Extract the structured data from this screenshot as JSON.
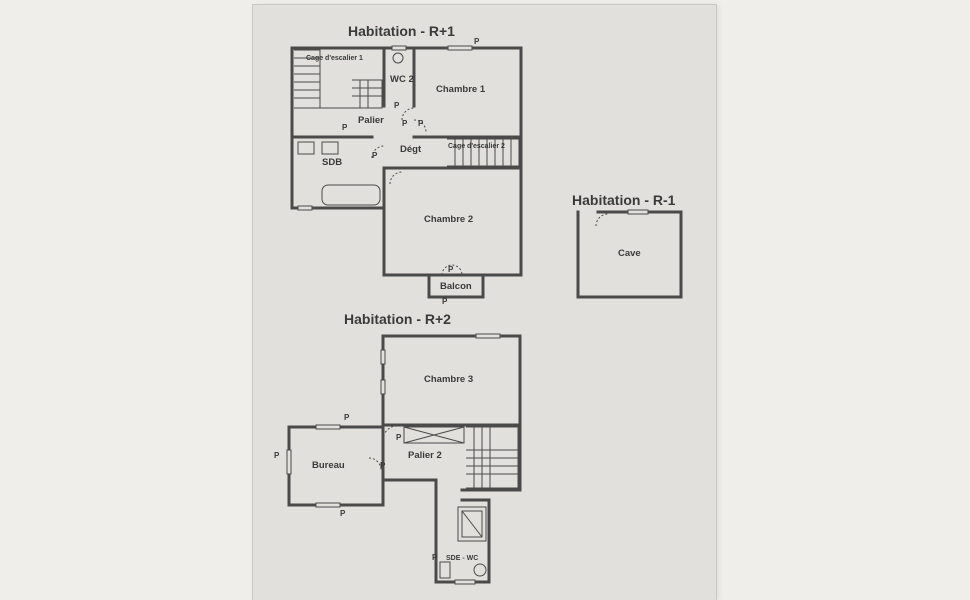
{
  "plans": {
    "r1": {
      "title": "Habitation - R+1",
      "rooms": {
        "cage1": "Cage d'escalier 1",
        "wc2": "WC 2",
        "chambre1": "Chambre 1",
        "palier": "Palier",
        "sdb": "SDB",
        "degt": "Dégt",
        "cage2": "Cage d'escalier 2",
        "chambre2": "Chambre 2",
        "balcon": "Balcon"
      }
    },
    "rm1": {
      "title": "Habitation - R-1",
      "rooms": {
        "cave": "Cave"
      }
    },
    "r2": {
      "title": "Habitation - R+2",
      "rooms": {
        "chambre3": "Chambre 3",
        "bureau": "Bureau",
        "palier2": "Palier 2",
        "sde_wc": "SDE - WC"
      }
    }
  },
  "marker": "P"
}
